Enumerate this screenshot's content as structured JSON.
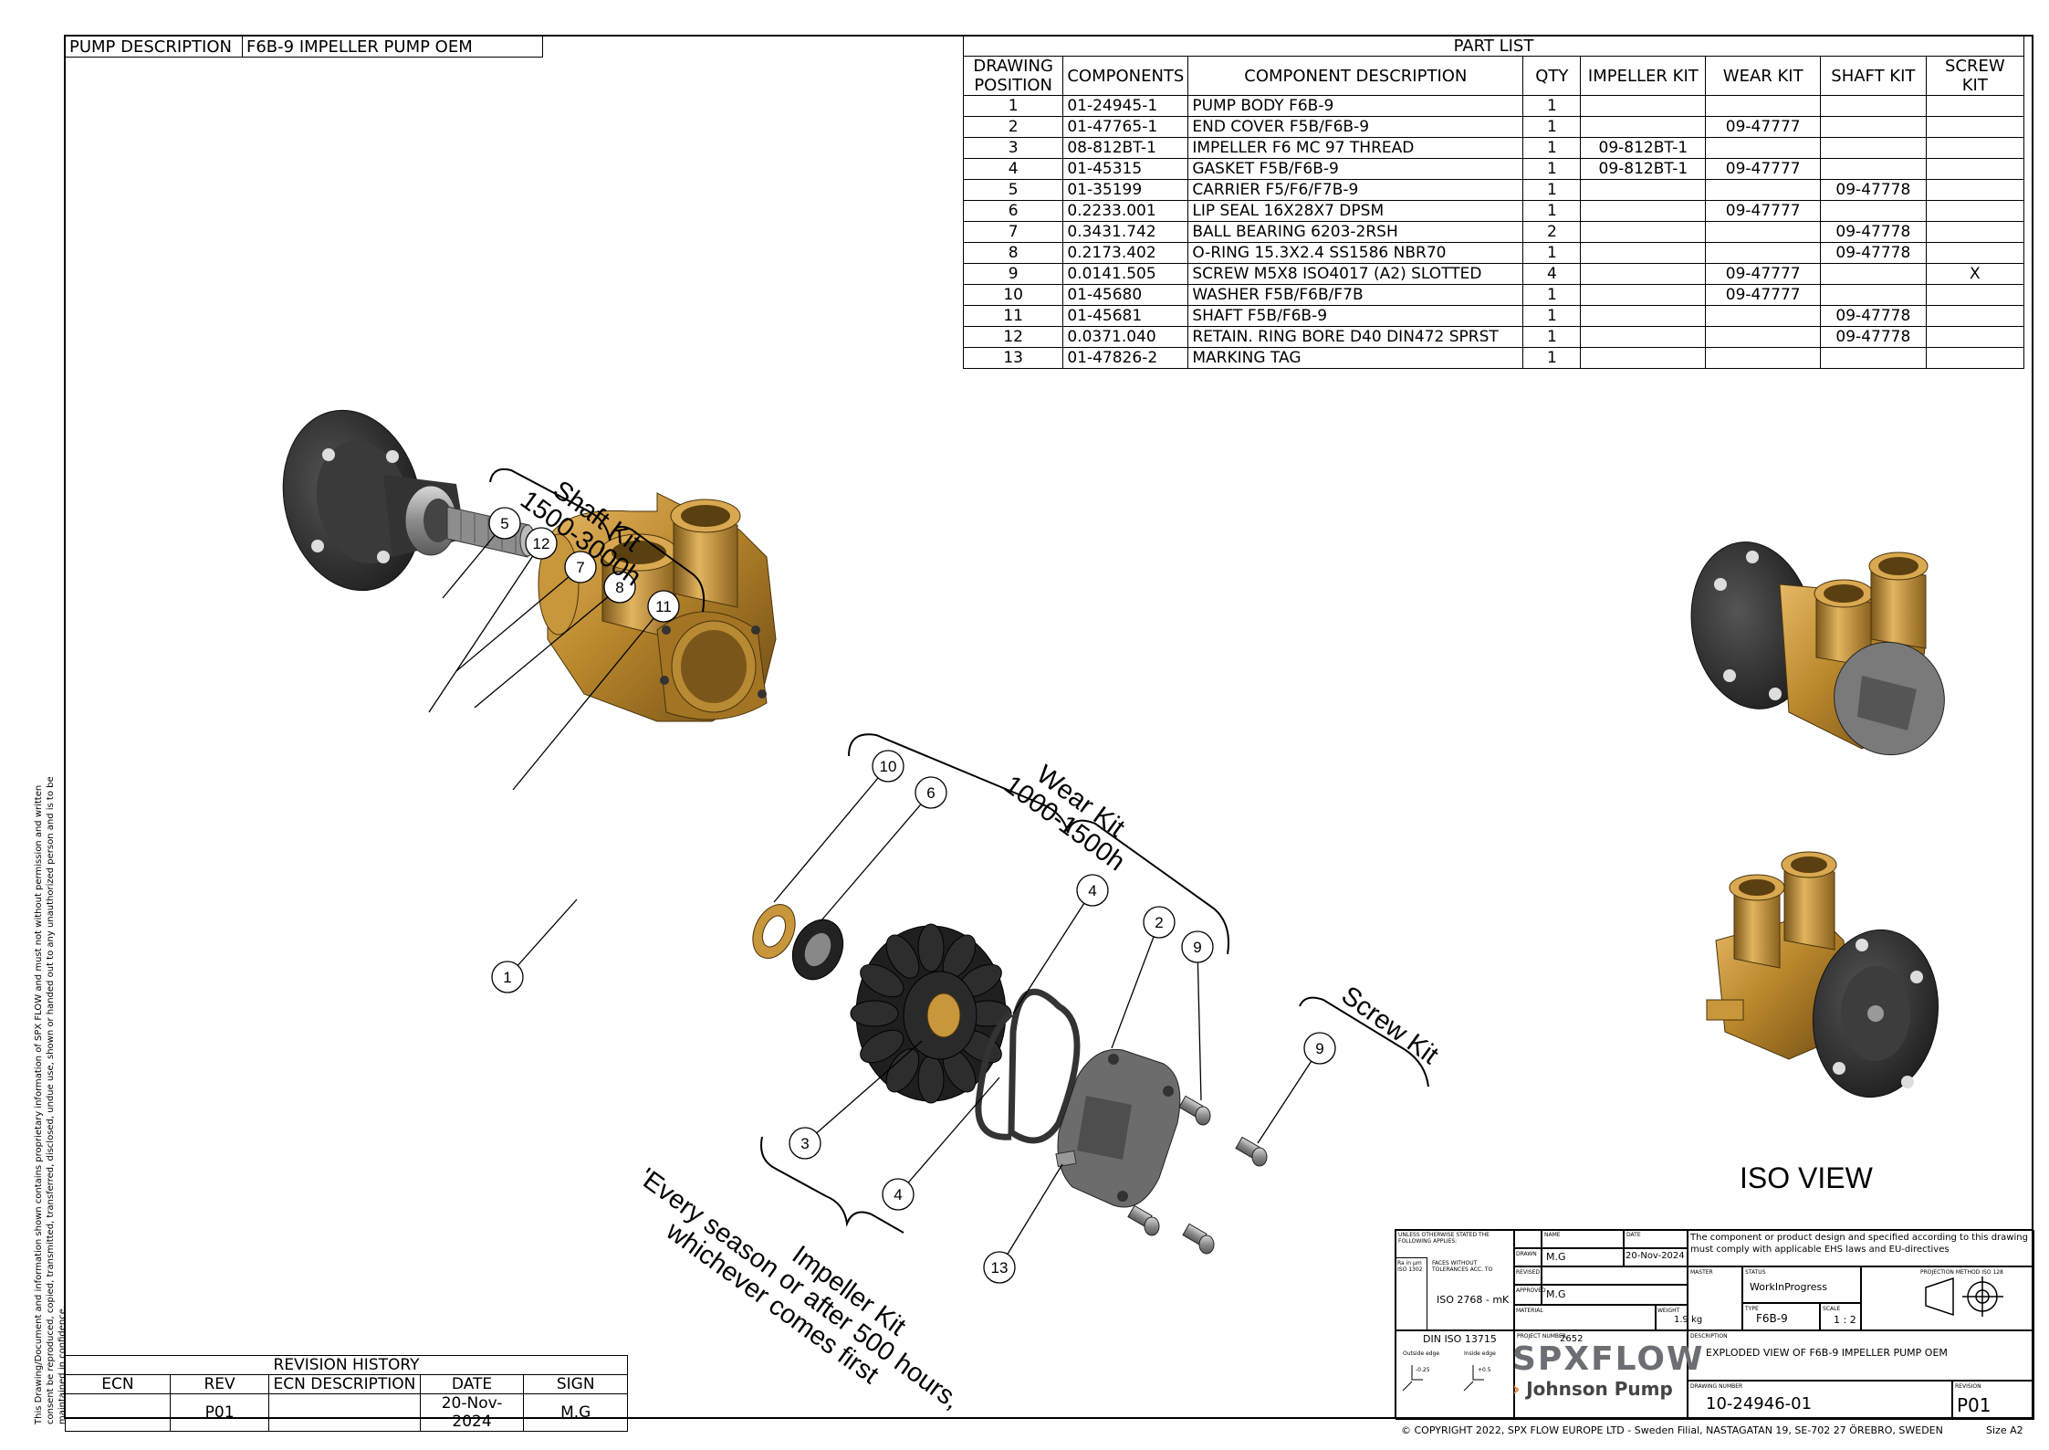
{
  "pump_description": {
    "label": "PUMP DESCRIPTION",
    "value": "F6B-9 IMPELLER PUMP OEM"
  },
  "part_list": {
    "title": "PART LIST",
    "headers": [
      "DRAWING POSITION",
      "COMPONENTS",
      "COMPONENT DESCRIPTION",
      "QTY",
      "IMPELLER KIT",
      "WEAR KIT",
      "SHAFT KIT",
      "SCREW KIT"
    ],
    "rows": [
      [
        "1",
        "01-24945-1",
        "PUMP BODY F6B-9",
        "1",
        "",
        "",
        "",
        ""
      ],
      [
        "2",
        "01-47765-1",
        "END COVER F5B/F6B-9",
        "1",
        "",
        "09-47777",
        "",
        ""
      ],
      [
        "3",
        "08-812BT-1",
        "IMPELLER F6 MC 97 THREAD",
        "1",
        "09-812BT-1",
        "",
        "",
        ""
      ],
      [
        "4",
        "01-45315",
        "GASKET F5B/F6B-9",
        "1",
        "09-812BT-1",
        "09-47777",
        "",
        ""
      ],
      [
        "5",
        "01-35199",
        "CARRIER F5/F6/F7B-9",
        "1",
        "",
        "",
        "09-47778",
        ""
      ],
      [
        "6",
        "0.2233.001",
        "LIP SEAL 16X28X7 DPSM",
        "1",
        "",
        "09-47777",
        "",
        ""
      ],
      [
        "7",
        "0.3431.742",
        "BALL BEARING 6203-2RSH",
        "2",
        "",
        "",
        "09-47778",
        ""
      ],
      [
        "8",
        "0.2173.402",
        "O-RING 15.3X2.4 SS1586 NBR70",
        "1",
        "",
        "",
        "09-47778",
        ""
      ],
      [
        "9",
        "0.0141.505",
        "SCREW M5X8 ISO4017 (A2) SLOTTED",
        "4",
        "",
        "09-47777",
        "",
        "X"
      ],
      [
        "10",
        "01-45680",
        "WASHER F5B/F6B/F7B",
        "1",
        "",
        "09-47777",
        "",
        ""
      ],
      [
        "11",
        "01-45681",
        "SHAFT F5B/F6B-9",
        "1",
        "",
        "",
        "09-47778",
        ""
      ],
      [
        "12",
        "0.0371.040",
        "RETAIN. RING BORE D40 DIN472 SPRST",
        "1",
        "",
        "",
        "09-47778",
        ""
      ],
      [
        "13",
        "01-47826-2",
        "MARKING TAG",
        "1",
        "",
        "",
        "",
        ""
      ]
    ]
  },
  "kits": {
    "shaft_kit": [
      "Shaft Kit",
      "1500-3000h"
    ],
    "wear_kit": [
      "Wear Kit",
      "1000-1500h"
    ],
    "screw_kit": "Screw Kit",
    "impeller_kit": [
      "Impeller Kit",
      "'Every season or after 500 hours,",
      "whichever comes first"
    ]
  },
  "balloons": [
    "1",
    "2",
    "3",
    "4",
    "4",
    "5",
    "6",
    "7",
    "8",
    "9",
    "9",
    "10",
    "11",
    "12",
    "13"
  ],
  "iso_label": "ISO VIEW",
  "revision_history": {
    "title": "REVISION HISTORY",
    "headers": [
      "ECN",
      "REV",
      "ECN DESCRIPTION",
      "DATE",
      "SIGN"
    ],
    "rows": [
      [
        "",
        "P01",
        "",
        "20-Nov-2024",
        "M.G"
      ]
    ]
  },
  "side_note": "This Drawing/Document and information shown contains proprietary information of SPX FLOW and must not without permission and written consent be reproduced, copied, transmitted, transferred, disclosed, undue use, shown or handed out to any unauthorized person and is to be maintained in confidence.",
  "title_block": {
    "unless": "UNLESS OTHERWISE STATED THE FOLLOWING APPLIES:",
    "ra": "Ra in μm ISO 1302",
    "faces": "FACES WITHOUT TOLERANCES ACC. TO",
    "tolerance": "ISO 2768 - mK",
    "din": "DIN ISO 13715",
    "outside_edge": "Outside edge",
    "inside_edge": "Inside edge",
    "outside_val": "-0.25",
    "inside_val": "+0.5",
    "name_lbl": "NAME",
    "date_lbl": "DATE",
    "drawn_lbl": "DRAWN",
    "revised_lbl": "REVISED",
    "approved_lbl": "APPROVED",
    "material_lbl": "MATERIAL",
    "weight_lbl": "WEIGHT",
    "drawn_name": "M.G",
    "drawn_date": "20-Nov-2024",
    "approved_name": "M.G",
    "weight": "1.9 kg",
    "compliance": "The component or product design and specified according to this drawing must comply with applicable EHS laws and EU-directives",
    "master_lbl": "MASTER",
    "status_lbl": "STATUS",
    "status": "WorkInProgress",
    "projection_lbl": "PROJECTION METHOD ISO 128",
    "type_lbl": "TYPE",
    "type": "F6B-9",
    "scale_lbl": "SCALE",
    "scale": "1 : 2",
    "project_lbl": "PROJECT NUMBER",
    "project": "2652",
    "description_lbl": "DESCRIPTION",
    "description": "EXPLODED VIEW OF F6B-9 IMPELLER PUMP OEM",
    "drawing_no_lbl": "DRAWING NUMBER",
    "drawing_no": "10-24946-01",
    "revision_lbl": "REVISION",
    "revision": "P01",
    "brand": "SPXFLOW",
    "sub_brand": "Johnson Pump"
  },
  "copyright": "© COPYRIGHT 2022, SPX FLOW EUROPE LTD - Sweden Filial, NASTAGATAN 19, SE-702 27 ÖREBRO, SWEDEN",
  "size": "Size  A2",
  "colors": {
    "bronze": "#b8862b",
    "bronze_dark": "#7a561a",
    "rubber": "#2a2a2a",
    "steel": "#9a9a9a"
  }
}
